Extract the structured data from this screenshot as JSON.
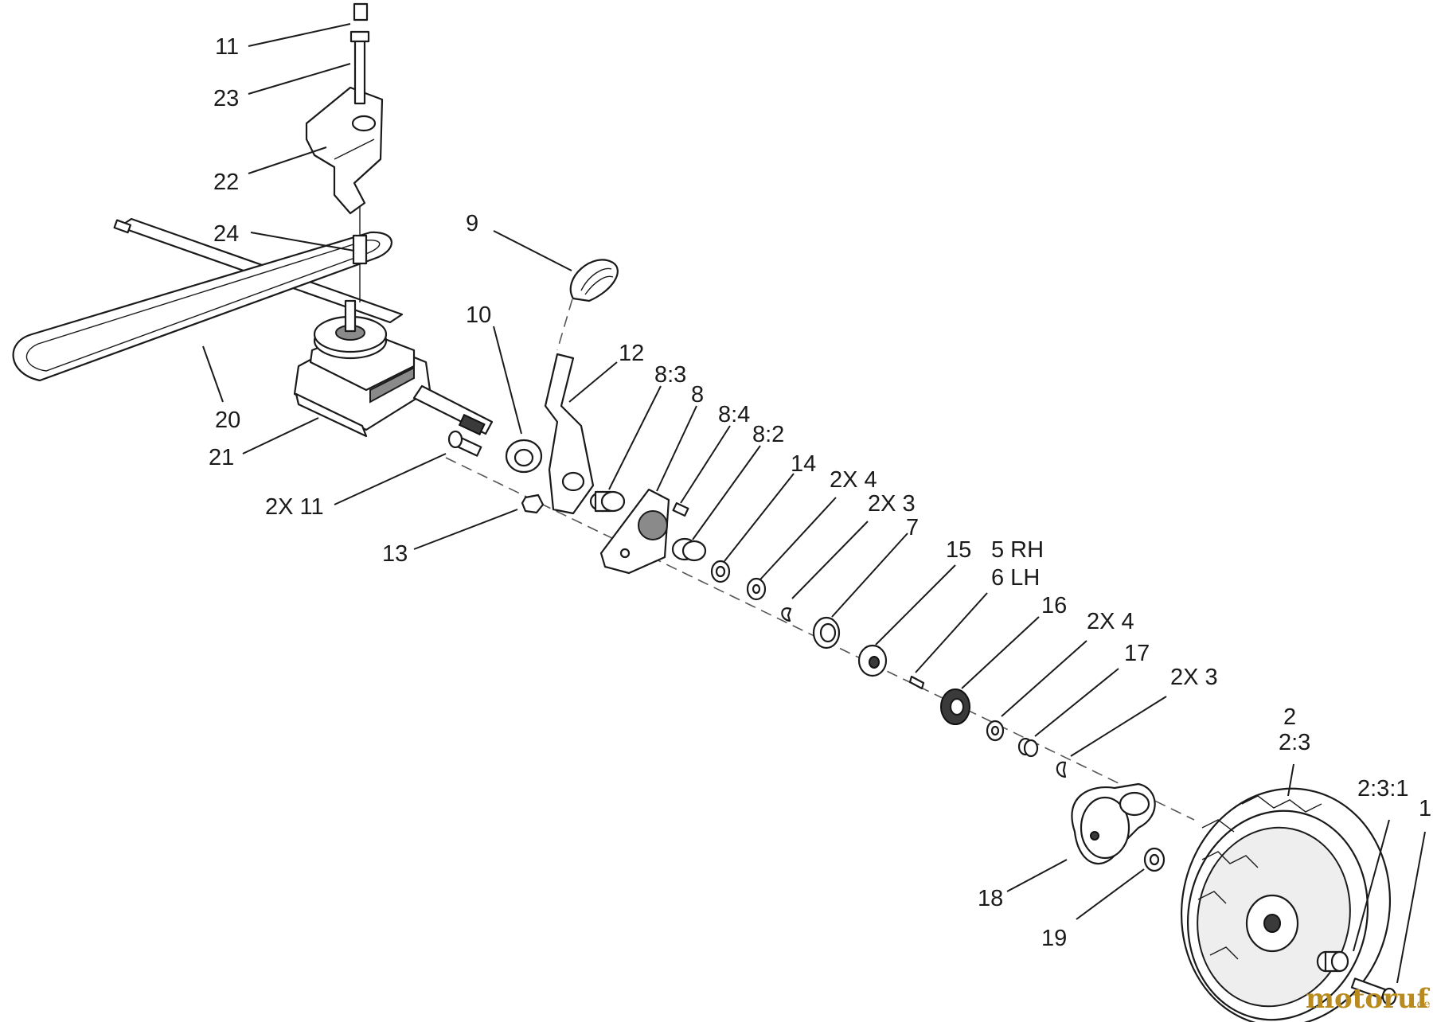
{
  "labels": {
    "l11_top": "11",
    "l23": "23",
    "l22": "22",
    "l24": "24",
    "l20": "20",
    "l21": "21",
    "l2x11": "2X 11",
    "l13": "13",
    "l10": "10",
    "l9": "9",
    "l12": "12",
    "l8_3": "8:3",
    "l8": "8",
    "l8_4": "8:4",
    "l8_2": "8:2",
    "l14": "14",
    "l2x4_a": "2X 4",
    "l2x3_a": "2X 3",
    "l7": "7",
    "l15": "15",
    "l5rh": "5 RH",
    "l6lh": "6 LH",
    "l16": "16",
    "l2x4_b": "2X 4",
    "l17": "17",
    "l2x3_b": "2X 3",
    "l2": "2",
    "l2_3": "2:3",
    "l2_3_1": "2:3:1",
    "l1": "1",
    "l18": "18",
    "l19": "19"
  },
  "watermark": {
    "text": "motoruf",
    "suffix": ".de",
    "color": "#b98a1e"
  }
}
